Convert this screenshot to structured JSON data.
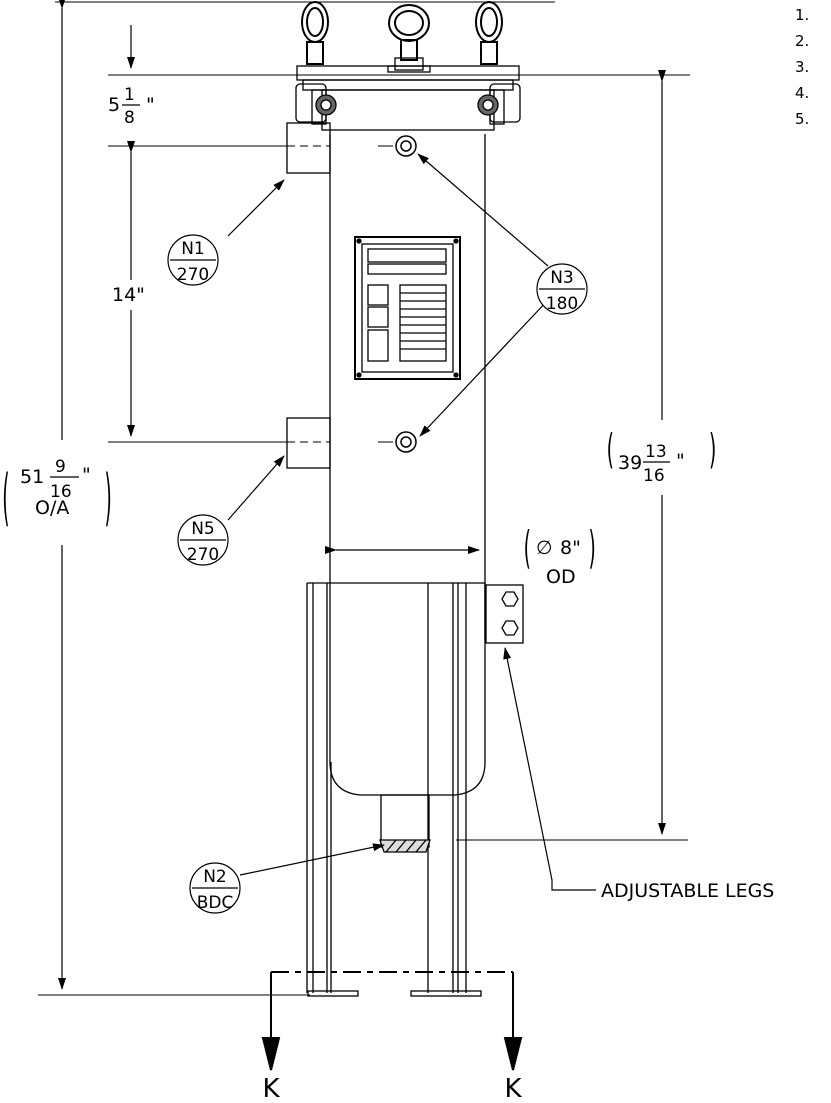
{
  "notes": {
    "numbers": [
      "1.",
      "2.",
      "3.",
      "4.",
      "5."
    ]
  },
  "dimensions": {
    "top_offset": {
      "whole": "5",
      "num": "1",
      "den": "8",
      "unit": "\""
    },
    "nozzle_spacing": "14\"",
    "overall": {
      "whole": "51",
      "num": "9",
      "den": "16",
      "unit": "\"",
      "suffix": "O/A"
    },
    "body_height": {
      "whole": "39",
      "num": "13",
      "den": "16",
      "unit": "\""
    },
    "diameter": {
      "symbol": "∅",
      "value": "8\"",
      "suffix": "OD"
    }
  },
  "nozzles": [
    {
      "id": "N1",
      "orient": "270"
    },
    {
      "id": "N3",
      "orient": "180"
    },
    {
      "id": "N5",
      "orient": "270"
    },
    {
      "id": "N2",
      "orient": "BDC"
    }
  ],
  "callouts": {
    "legs": "ADJUSTABLE LEGS"
  },
  "section": {
    "left": "K",
    "right": "K"
  }
}
